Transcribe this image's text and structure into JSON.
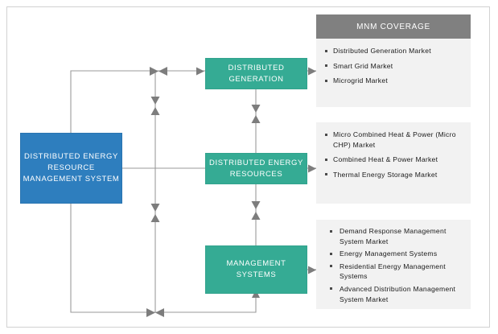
{
  "diagram": {
    "title_bar": {
      "label": "MNM COVERAGE"
    },
    "colors": {
      "blue_node": "#2e7ebe",
      "teal_node": "#35ab94",
      "panel_header_gray": "#808080",
      "panel_body_gray": "#f2f2f2",
      "connector_gray": "#9a9a9a",
      "frame_border": "#d2d2d2"
    },
    "nodes": {
      "root": {
        "label": "DISTRIBUTED ENERGY RESOURCE MANAGEMENT SYSTEM"
      },
      "dg": {
        "label": "DISTRIBUTED GENERATION"
      },
      "der": {
        "label": "DISTRIBUTED ENERGY RESOURCES"
      },
      "ms": {
        "label": "MANAGEMENT SYSTEMS"
      }
    },
    "panels": [
      {
        "id": "distributed-generation-coverage",
        "items": [
          "Distributed Generation Market",
          "Smart Grid Market",
          "Microgrid Market"
        ]
      },
      {
        "id": "distributed-energy-resources-coverage",
        "items": [
          "Micro Combined Heat & Power (Micro CHP) Market",
          "Combined Heat & Power Market",
          "Thermal Energy Storage Market"
        ]
      },
      {
        "id": "management-systems-coverage",
        "items": [
          "Demand Response Management System Market",
          "Energy Management Systems",
          "Residential Energy Management Systems",
          "Advanced Distribution Management System Market"
        ]
      }
    ]
  }
}
